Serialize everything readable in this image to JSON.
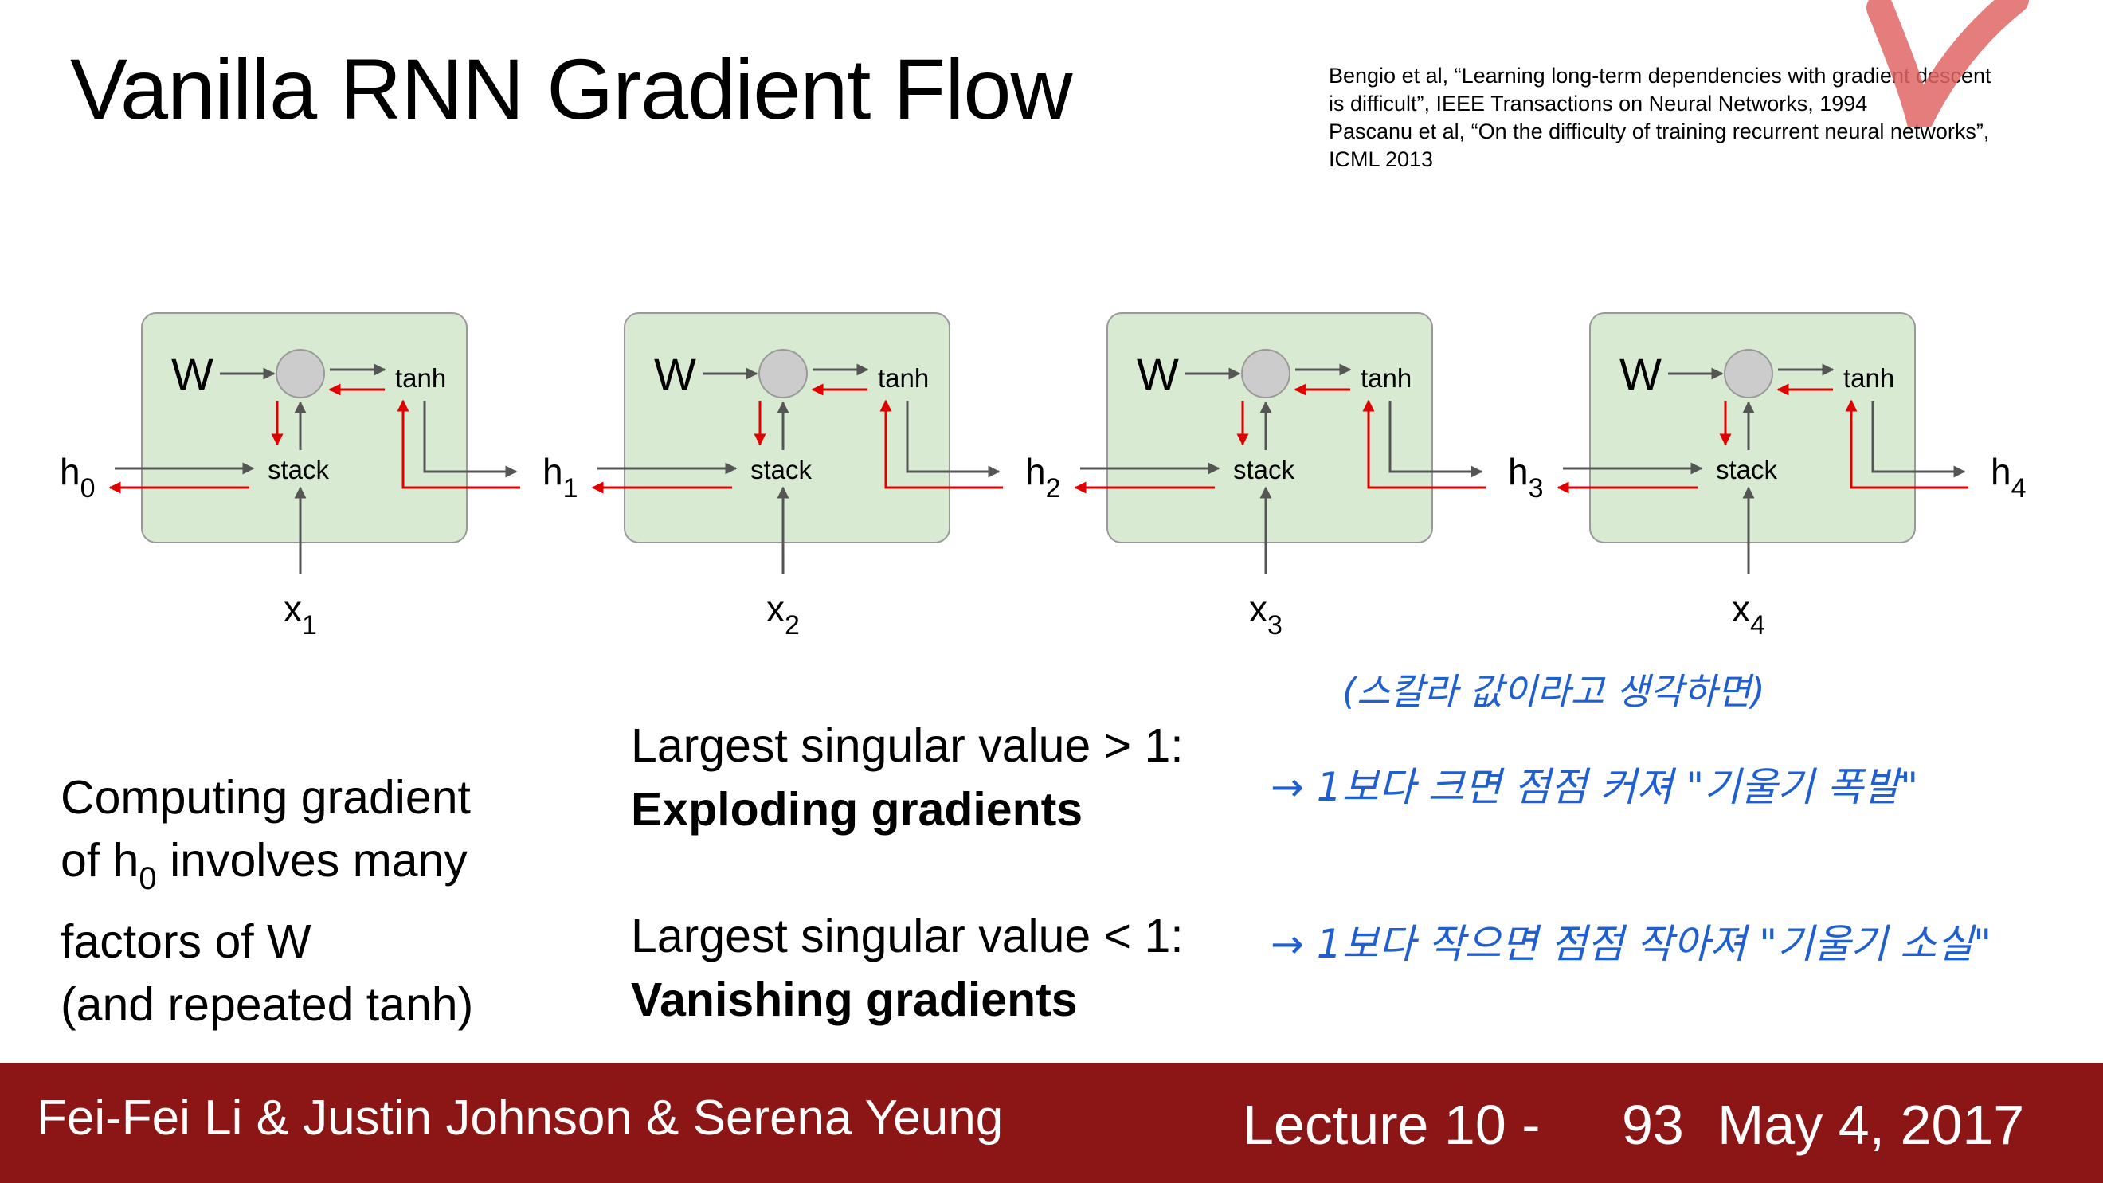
{
  "slide": {
    "title": "Vanilla RNN Gradient Flow",
    "references": [
      "Bengio et al, “Learning long-term dependencies with gradient descent",
      "is difficult”, IEEE Transactions on Neural Networks, 1994",
      "Pascanu et al, “On the difficulty of training recurrent neural networks”,",
      "ICML 2013"
    ]
  },
  "diagram": {
    "cells": [
      {
        "w_label": "W",
        "gate_label": "stack",
        "activation_label": "tanh",
        "input_label": "x",
        "input_index": "1"
      },
      {
        "w_label": "W",
        "gate_label": "stack",
        "activation_label": "tanh",
        "input_label": "x",
        "input_index": "2"
      },
      {
        "w_label": "W",
        "gate_label": "stack",
        "activation_label": "tanh",
        "input_label": "x",
        "input_index": "3"
      },
      {
        "w_label": "W",
        "gate_label": "stack",
        "activation_label": "tanh",
        "input_label": "x",
        "input_index": "4"
      }
    ],
    "hidden_states": [
      {
        "label": "h",
        "index": "0"
      },
      {
        "label": "h",
        "index": "1"
      },
      {
        "label": "h",
        "index": "2"
      },
      {
        "label": "h",
        "index": "3"
      },
      {
        "label": "h",
        "index": "4"
      }
    ],
    "colors": {
      "cell_fill": "#d9ead3",
      "cell_border": "#999999",
      "forward": "#555555",
      "backward": "#e00000",
      "node": "#cccccc"
    }
  },
  "explanation": {
    "line1": "Computing gradient",
    "line2_pre": "of h",
    "line2_sub": "0",
    "line2_post": " involves many",
    "line3": "factors of W",
    "line4": "(and repeated tanh)"
  },
  "cases": [
    {
      "condition": "Largest singular value > 1:",
      "result": "Exploding gradients"
    },
    {
      "condition": "Largest singular value < 1:",
      "result": "Vanishing gradients"
    }
  ],
  "annotations": {
    "note0": "(스칼라 값이라고 생각하면)",
    "note1": "→ 1보다 크면 점점 커져 \"기울기 폭발\"",
    "note2": "→ 1보다 작으면 점점 작아져 \"기울기 소실\"",
    "ink_color": "#1f5fd0",
    "mark_color": "#e06666"
  },
  "footer": {
    "authors": "Fei-Fei Li & Justin Johnson & Serena Yeung",
    "lecture": "Lecture 10 -",
    "page": "93",
    "date": "May 4, 2017"
  }
}
